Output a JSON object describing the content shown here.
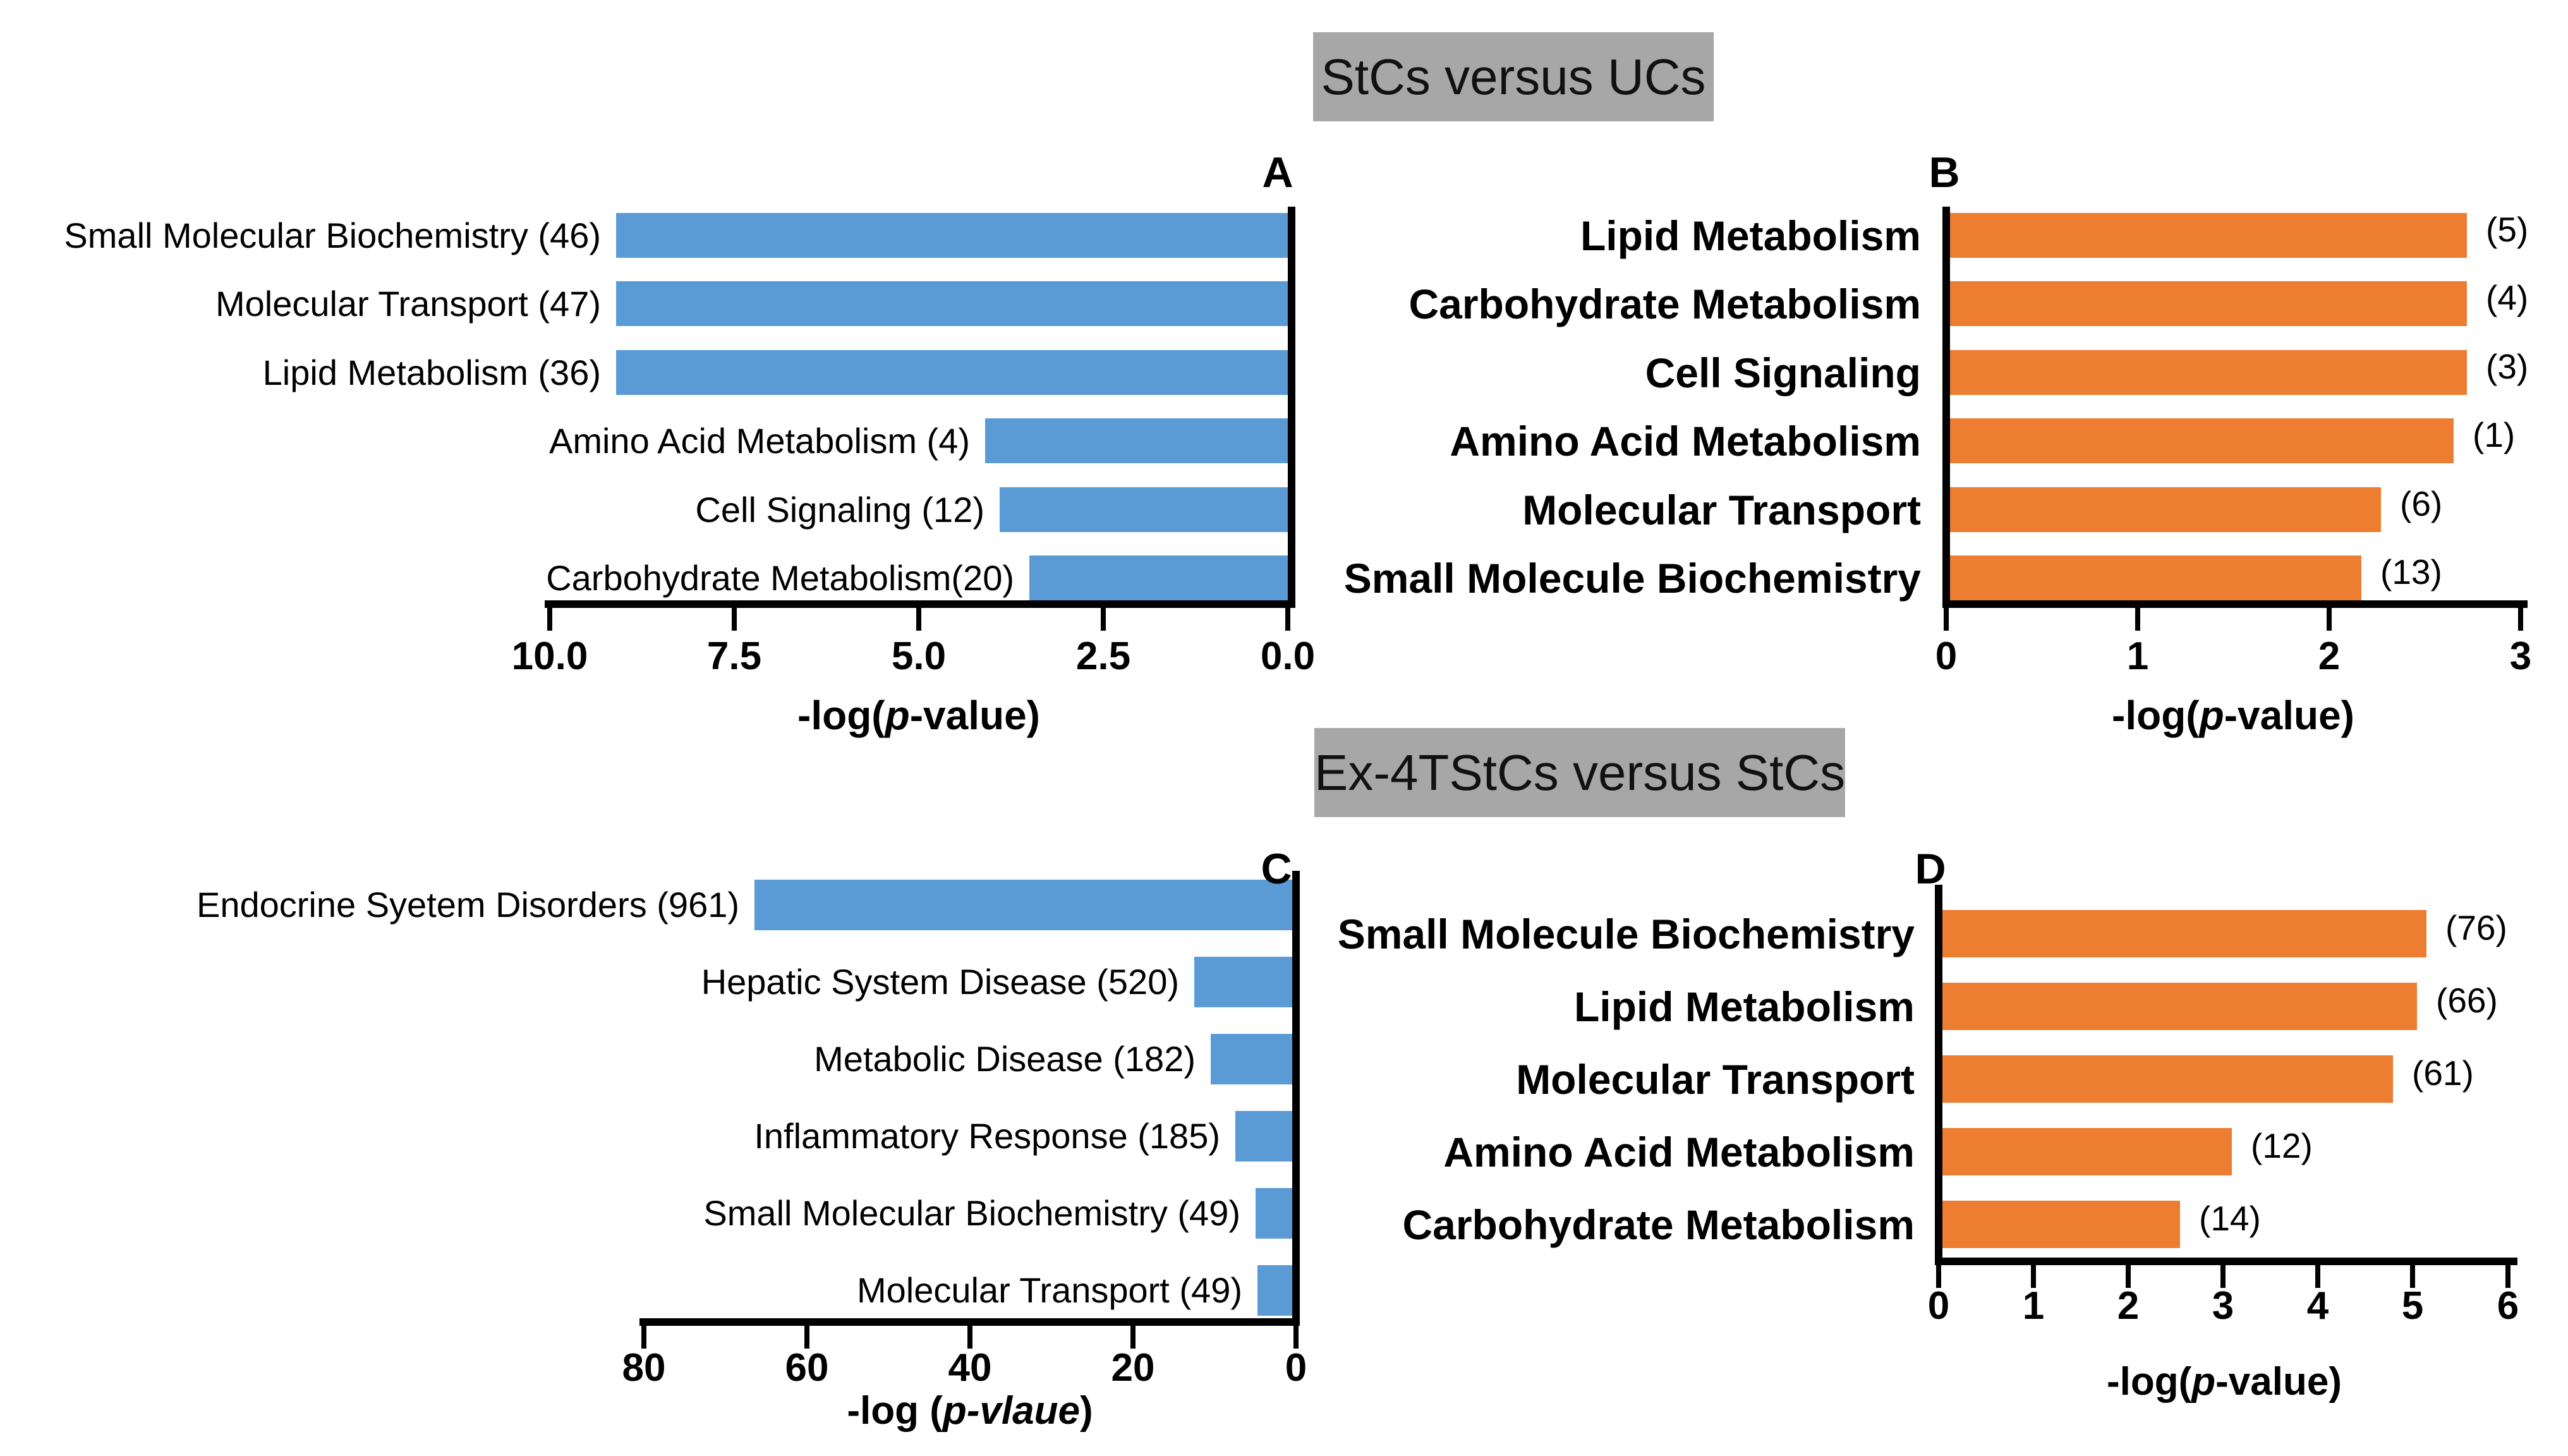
{
  "figure": {
    "background": "#ffffff",
    "section_titles": [
      {
        "text": "StCs versus UCs",
        "bg": "#A7A7A7"
      },
      {
        "text": "Ex-4TStCs versus StCs",
        "bg": "#A7A7A7"
      }
    ],
    "colors": {
      "blue_bar": "#5B9BD5",
      "orange_bar": "#ED7D31",
      "axis": "#000000",
      "title_bg": "#A7A7A7",
      "text": "#000000"
    }
  },
  "chart_data": [
    {
      "panel": "A",
      "type": "bar",
      "orientation": "horizontal",
      "axis_direction": "right-to-left",
      "bar_color": "#5B9BD5",
      "categories": [
        "Small Molecular Biochemistry (46)",
        "Molecular Transport (47)",
        "Lipid Metabolism (36)",
        "Amino Acid Metabolism (4)",
        "Cell Signaling (12)",
        "Carbohydrate Metabolism(20)"
      ],
      "values": [
        9.1,
        9.1,
        9.1,
        4.1,
        3.9,
        3.5
      ],
      "xlim": [
        10.0,
        0.0
      ],
      "ticks": [
        "10.0",
        "7.5",
        "5.0",
        "2.5",
        "0.0"
      ],
      "xlabel": {
        "pre": "-log(",
        "italic": "p",
        "post": "-value)"
      },
      "grid": false,
      "legend": null
    },
    {
      "panel": "B",
      "type": "bar",
      "orientation": "horizontal",
      "axis_direction": "left-to-right",
      "bar_color": "#ED7D31",
      "categories": [
        "Lipid Metabolism",
        "Carbohydrate Metabolism",
        "Cell Signaling",
        "Amino Acid Metabolism",
        "Molecular Transport",
        "Small Molecule Biochemistry"
      ],
      "counts": [
        "(5)",
        "(4)",
        "(3)",
        "(1)",
        "(6)",
        "(13)"
      ],
      "values": [
        2.7,
        2.7,
        2.7,
        2.63,
        2.25,
        2.15
      ],
      "xlim": [
        0,
        3
      ],
      "ticks": [
        "0",
        "1",
        "2",
        "3"
      ],
      "xlabel": {
        "pre": "-log(",
        "italic": "p",
        "post": "-value)"
      },
      "grid": false,
      "legend": null
    },
    {
      "panel": "C",
      "type": "bar",
      "orientation": "horizontal",
      "axis_direction": "right-to-left",
      "bar_color": "#5B9BD5",
      "categories": [
        "Endocrine Syetem Disorders (961)",
        "Hepatic System Disease (520)",
        "Metabolic Disease (182)",
        "Inflammatory Response (185)",
        "Small Molecular Biochemistry (49)",
        "Molecular Transport (49)"
      ],
      "values": [
        66,
        12,
        10,
        7,
        4.5,
        4.3
      ],
      "xlim": [
        80,
        0
      ],
      "ticks": [
        "80",
        "60",
        "40",
        "20",
        "0"
      ],
      "xlabel": {
        "pre": "-log (",
        "italic": "p-vlaue",
        "post": ")"
      },
      "grid": false,
      "legend": null
    },
    {
      "panel": "D",
      "type": "bar",
      "orientation": "horizontal",
      "axis_direction": "left-to-right",
      "bar_color": "#ED7D31",
      "categories": [
        "Small Molecule Biochemistry",
        "Lipid Metabolism",
        "Molecular Transport",
        "Amino Acid Metabolism",
        "Carbohydrate Metabolism"
      ],
      "counts": [
        "(76)",
        "(66)",
        "(61)",
        "(12)",
        "(14)"
      ],
      "values": [
        5.1,
        5.0,
        4.75,
        3.05,
        2.5
      ],
      "xlim": [
        0,
        6
      ],
      "ticks": [
        "0",
        "1",
        "2",
        "3",
        "4",
        "5",
        "6"
      ],
      "xlabel": {
        "pre": "-log(",
        "italic": "p",
        "post": "-value)"
      },
      "grid": false,
      "legend": null
    }
  ]
}
